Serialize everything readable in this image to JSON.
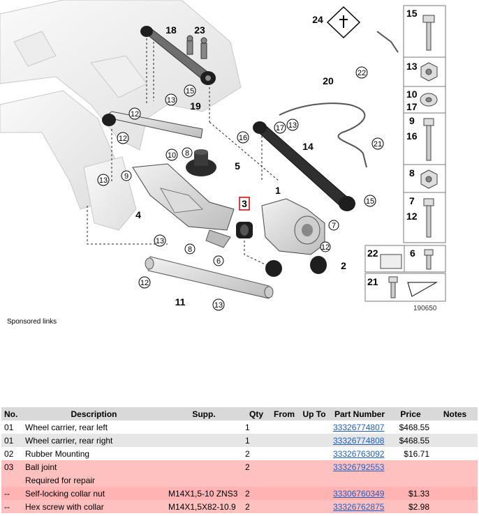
{
  "diagram": {
    "callouts": [
      "1",
      "2",
      "3",
      "4",
      "5",
      "6",
      "7",
      "8",
      "9",
      "10",
      "11",
      "12",
      "13",
      "14",
      "15",
      "16",
      "17",
      "18",
      "19",
      "20",
      "21",
      "22",
      "23",
      "24"
    ],
    "side_panel": [
      {
        "labels": [
          "15"
        ]
      },
      {
        "labels": [
          "13"
        ]
      },
      {
        "labels": [
          "10",
          "17"
        ]
      },
      {
        "labels": [
          "9",
          "16"
        ]
      },
      {
        "labels": [
          "8"
        ]
      },
      {
        "labels": [
          "7",
          "12"
        ]
      },
      {
        "labels": [
          "22"
        ],
        "labels2": [
          "6"
        ]
      },
      {
        "labels": [
          "21"
        ]
      }
    ],
    "image_code": "190650"
  },
  "sponsored_text": "Sponsored links",
  "table": {
    "headers": [
      "No.",
      "Description",
      "Supp.",
      "Qty",
      "From",
      "Up To",
      "Part Number",
      "Price",
      "Notes"
    ],
    "rows": [
      {
        "no": "01",
        "description": "Wheel carrier, rear left",
        "supp": "",
        "qty": "1",
        "from": "",
        "upto": "",
        "part": "33326774807",
        "price": "$468.55",
        "notes": "",
        "style": "row-white"
      },
      {
        "no": "01",
        "description": "Wheel carrier, rear right",
        "supp": "",
        "qty": "1",
        "from": "",
        "upto": "",
        "part": "33326774808",
        "price": "$468.55",
        "notes": "",
        "style": "row-grey"
      },
      {
        "no": "02",
        "description": "Rubber Mounting",
        "supp": "",
        "qty": "2",
        "from": "",
        "upto": "",
        "part": "33326763092",
        "price": "$16.71",
        "notes": "",
        "style": "row-white"
      },
      {
        "no": "03",
        "description": "Ball joint",
        "supp": "",
        "qty": "2",
        "from": "",
        "upto": "",
        "part": "33326792553",
        "price": "",
        "notes": "",
        "style": "row-pink"
      },
      {
        "no": "",
        "description": "Required for repair",
        "supp": "",
        "qty": "",
        "from": "",
        "upto": "",
        "part": "",
        "price": "",
        "notes": "",
        "style": "row-pink"
      },
      {
        "no": "--",
        "description": "Self-locking collar nut",
        "supp": "M14X1,5-10 ZNS3",
        "qty": "2",
        "from": "",
        "upto": "",
        "part": "33306760349",
        "price": "$1.33",
        "notes": "",
        "style": "row-pink2"
      },
      {
        "no": "--",
        "description": "Hex screw with collar",
        "supp": "M14X1,5X82-10.9",
        "qty": "2",
        "from": "",
        "upto": "",
        "part": "33326762875",
        "price": "$2.98",
        "notes": "",
        "style": "row-pink"
      }
    ]
  }
}
